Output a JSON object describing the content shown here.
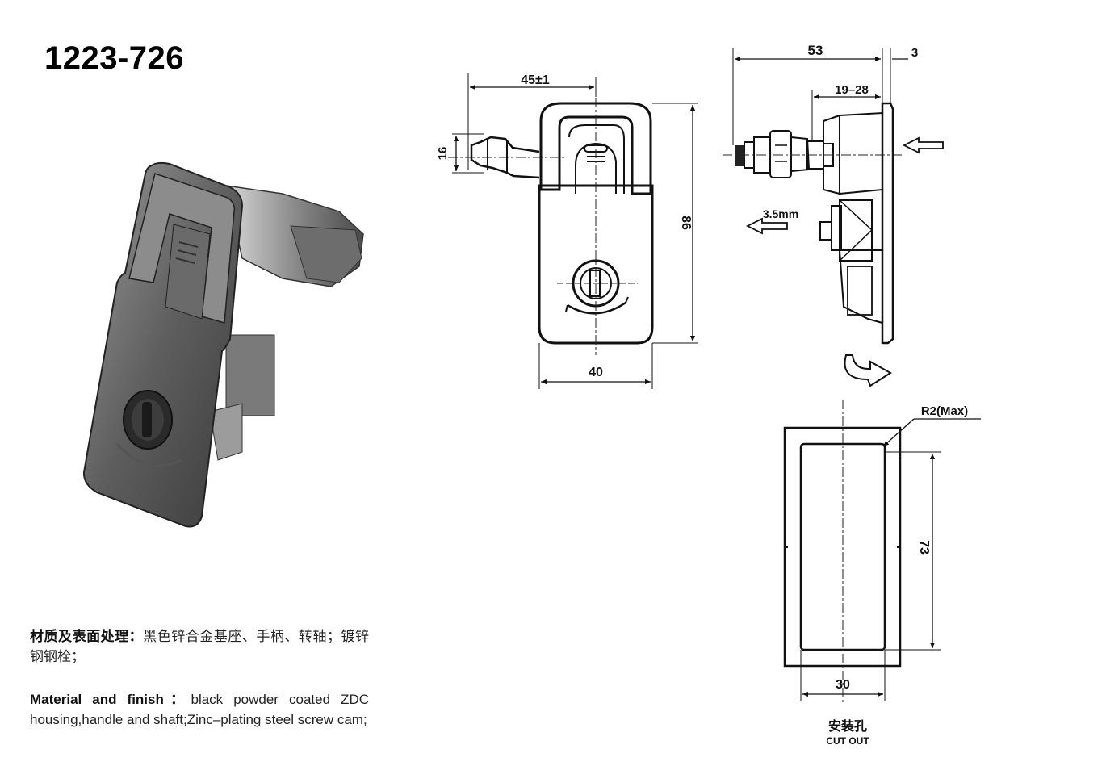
{
  "model_number": "1223-726",
  "specs": {
    "cn_label": "材质及表面处理：",
    "cn_text": "黑色锌合金基座、手柄、转轴；镀锌钢钢栓；",
    "en_label": "Material and finish：",
    "en_text": "black powder coated ZDC housing,handle and shaft;Zinc–plating steel screw cam;"
  },
  "front_view": {
    "dim_width_top": "45±1",
    "dim_height_left": "16",
    "dim_height": "86",
    "dim_width_bottom": "40"
  },
  "side_view": {
    "dim_total": "53",
    "dim_plate": "3",
    "dim_range": "19–28",
    "dim_travel": "3.5mm"
  },
  "cutout": {
    "dim_radius": "R2(Max)",
    "dim_height": "73",
    "dim_width": "30",
    "label_cn": "安装孔",
    "label_en": "CUT OUT"
  }
}
